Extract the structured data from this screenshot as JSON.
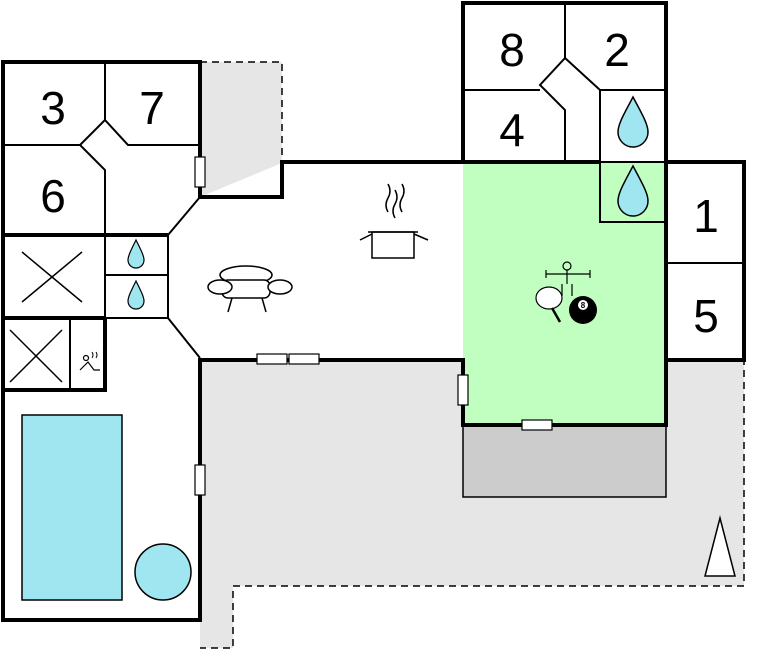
{
  "plan": {
    "rooms": [
      {
        "id": "room-3",
        "label": "3"
      },
      {
        "id": "room-7",
        "label": "7"
      },
      {
        "id": "room-6",
        "label": "6"
      },
      {
        "id": "room-8",
        "label": "8"
      },
      {
        "id": "room-2",
        "label": "2"
      },
      {
        "id": "room-4",
        "label": "4"
      },
      {
        "id": "room-1",
        "label": "1"
      },
      {
        "id": "room-5",
        "label": "5"
      }
    ],
    "icons": [
      "bed-cross-icon",
      "water-drop-icon",
      "sofa-icon",
      "cooking-pot-icon",
      "table-football-icon",
      "table-tennis-icon",
      "billiard-ball-icon",
      "sauna-icon",
      "pool-icon",
      "hot-tub-icon",
      "north-arrow-icon"
    ],
    "billiard_ball_label": "8",
    "colors": {
      "activity_room": "#c0ffc0",
      "water": "#a0e6f0",
      "outdoor": "#e6e6e6",
      "terrace": "#cccccc",
      "wall": "#000000"
    }
  }
}
